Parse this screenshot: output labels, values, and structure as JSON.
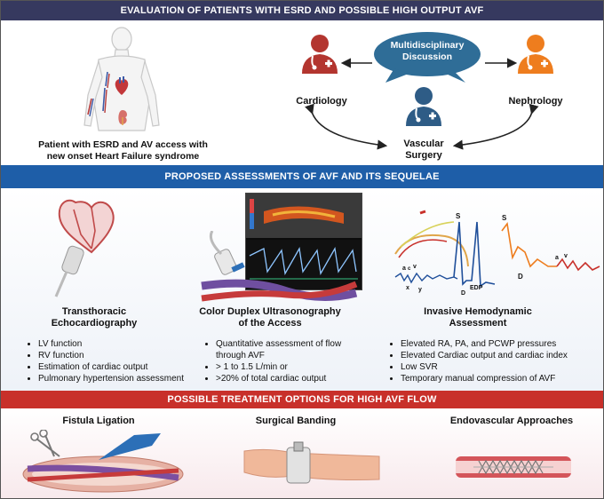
{
  "header": {
    "title": "EVALUATION OF PATIENTS WITH ESRD AND POSSIBLE HIGH OUTPUT AVF"
  },
  "patient": {
    "caption_line1": "Patient with ESRD and AV access with",
    "caption_line2": "new onset Heart Failure syndrome"
  },
  "team": {
    "discussion_line1": "Multidisciplinary",
    "discussion_line2": "Discussion",
    "cardiology": "Cardiology",
    "nephrology": "Nephrology",
    "vascular_line1": "Vascular",
    "vascular_line2": "Surgery"
  },
  "assessments": {
    "title": "PROPOSED ASSESSMENTS OF AVF AND ITS SEQUELAE",
    "echo": {
      "title_line1": "Transthoracic",
      "title_line2": "Echocardiography",
      "items": [
        "LV function",
        "RV function",
        "Estimation of cardiac output",
        "Pulmonary hypertension assessment"
      ]
    },
    "duplex": {
      "title_line1": "Color Duplex Ultrasonography",
      "title_line2": "of the Access",
      "items": [
        "Quantitative assessment of flow through AVF",
        "> 1 to 1.5 L/min or",
        ">20% of total cardiac output"
      ]
    },
    "invasive": {
      "title_line1": "Invasive Hemodynamic",
      "title_line2": "Assessment",
      "items": [
        "Elevated RA, PA, and PCWP pressures",
        "Elevated Cardiac output and cardiac index",
        "Low SVR",
        "Temporary manual compression of AVF"
      ]
    },
    "waveform_labels": {
      "s": "S",
      "d": "D",
      "a": "a",
      "v": "v",
      "x": "x",
      "y": "y",
      "edp": "EDP",
      "c": "c"
    }
  },
  "treatment": {
    "title": "POSSIBLE TREATMENT OPTIONS FOR HIGH AVF FLOW",
    "options": [
      "Fistula Ligation",
      "Surgical Banding",
      "Endovascular Approaches"
    ]
  },
  "colors": {
    "navy": "#36395f",
    "blue": "#1e5ea8",
    "red": "#c8302a",
    "cardio_red": "#b3352f",
    "nephro_orange": "#ee7d1e",
    "vascular_blue": "#2e5c86",
    "bubble_blue": "#2f6d97",
    "panel_top": "#ffffff",
    "panel_mid": "#eef2f8",
    "panel_bottom": "#f8e9ec"
  }
}
